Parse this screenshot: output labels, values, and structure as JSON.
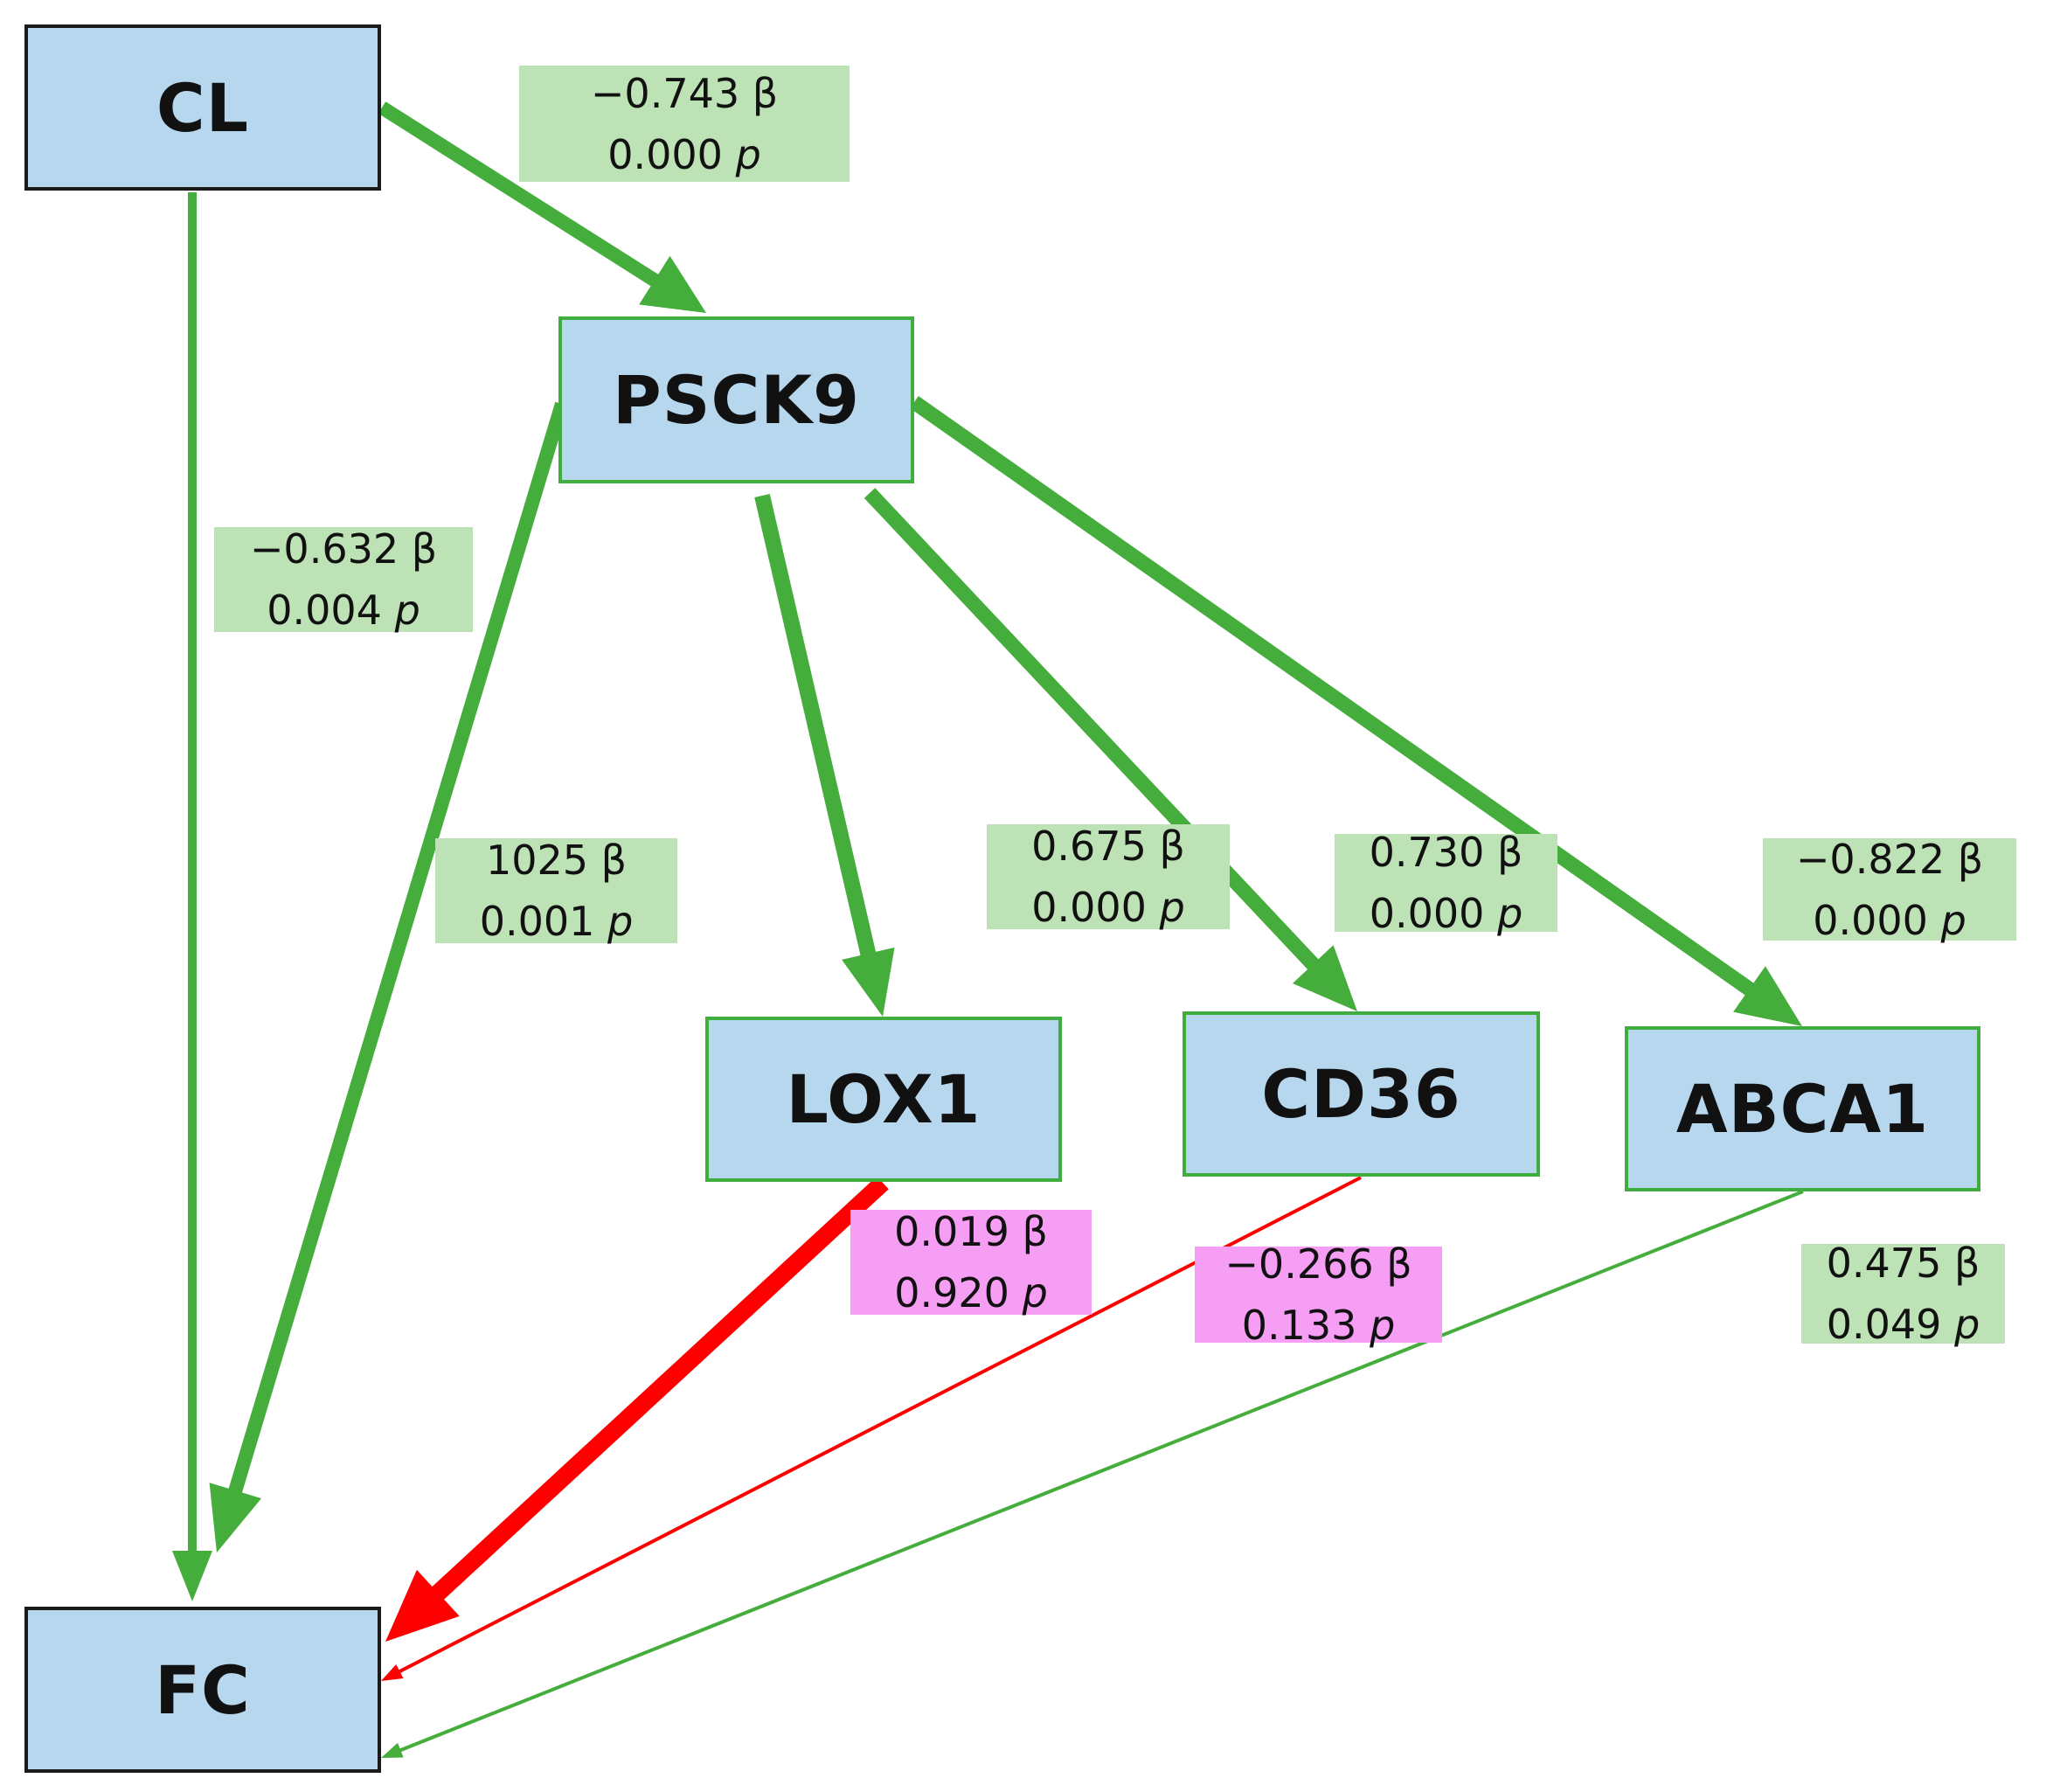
{
  "nodes": {
    "cl": "CL",
    "psck9": "PSCK9",
    "lox1": "LOX1",
    "cd36": "CD36",
    "abca1": "ABCA1",
    "fc": "FC"
  },
  "symbols": {
    "beta": "β",
    "p": "p"
  },
  "edges": [
    {
      "id": "cl-psck9",
      "from": "CL",
      "to": "PSCK9",
      "beta": "−0.743",
      "p": "0.000",
      "color": "#44ad3c",
      "significant": true
    },
    {
      "id": "cl-fc",
      "from": "CL",
      "to": "FC",
      "beta": "−0.632",
      "p": "0.004",
      "color": "#44ad3c",
      "significant": true
    },
    {
      "id": "psck9-fc",
      "from": "PSCK9",
      "to": "FC",
      "beta": "1025",
      "p": "0.001",
      "color": "#44ad3c",
      "significant": true
    },
    {
      "id": "psck9-lox1",
      "from": "PSCK9",
      "to": "LOX1",
      "beta": "0.675",
      "p": "0.000",
      "color": "#44ad3c",
      "significant": true
    },
    {
      "id": "psck9-cd36",
      "from": "PSCK9",
      "to": "CD36",
      "beta": "0.730",
      "p": "0.000",
      "color": "#44ad3c",
      "significant": true
    },
    {
      "id": "psck9-abca1",
      "from": "PSCK9",
      "to": "ABCA1",
      "beta": "−0.822",
      "p": "0.000",
      "color": "#44ad3c",
      "significant": true
    },
    {
      "id": "lox1-fc",
      "from": "LOX1",
      "to": "FC",
      "beta": "0.019",
      "p": "0.920",
      "color": "#ff0000",
      "significant": false
    },
    {
      "id": "cd36-fc",
      "from": "CD36",
      "to": "FC",
      "beta": "−0.266",
      "p": "0.133",
      "color": "#ff0000",
      "significant": false
    },
    {
      "id": "abca1-fc",
      "from": "ABCA1",
      "to": "FC",
      "beta": "0.475",
      "p": "0.049",
      "color": "#44ad3c",
      "significant": true
    }
  ],
  "colors": {
    "node_fill": "#b7d7ee",
    "significant_label": "#bde2b6",
    "nonsignificant_label": "#f69df4",
    "significant_arrow": "#44ad3c",
    "nonsignificant_arrow": "#ff0000"
  }
}
